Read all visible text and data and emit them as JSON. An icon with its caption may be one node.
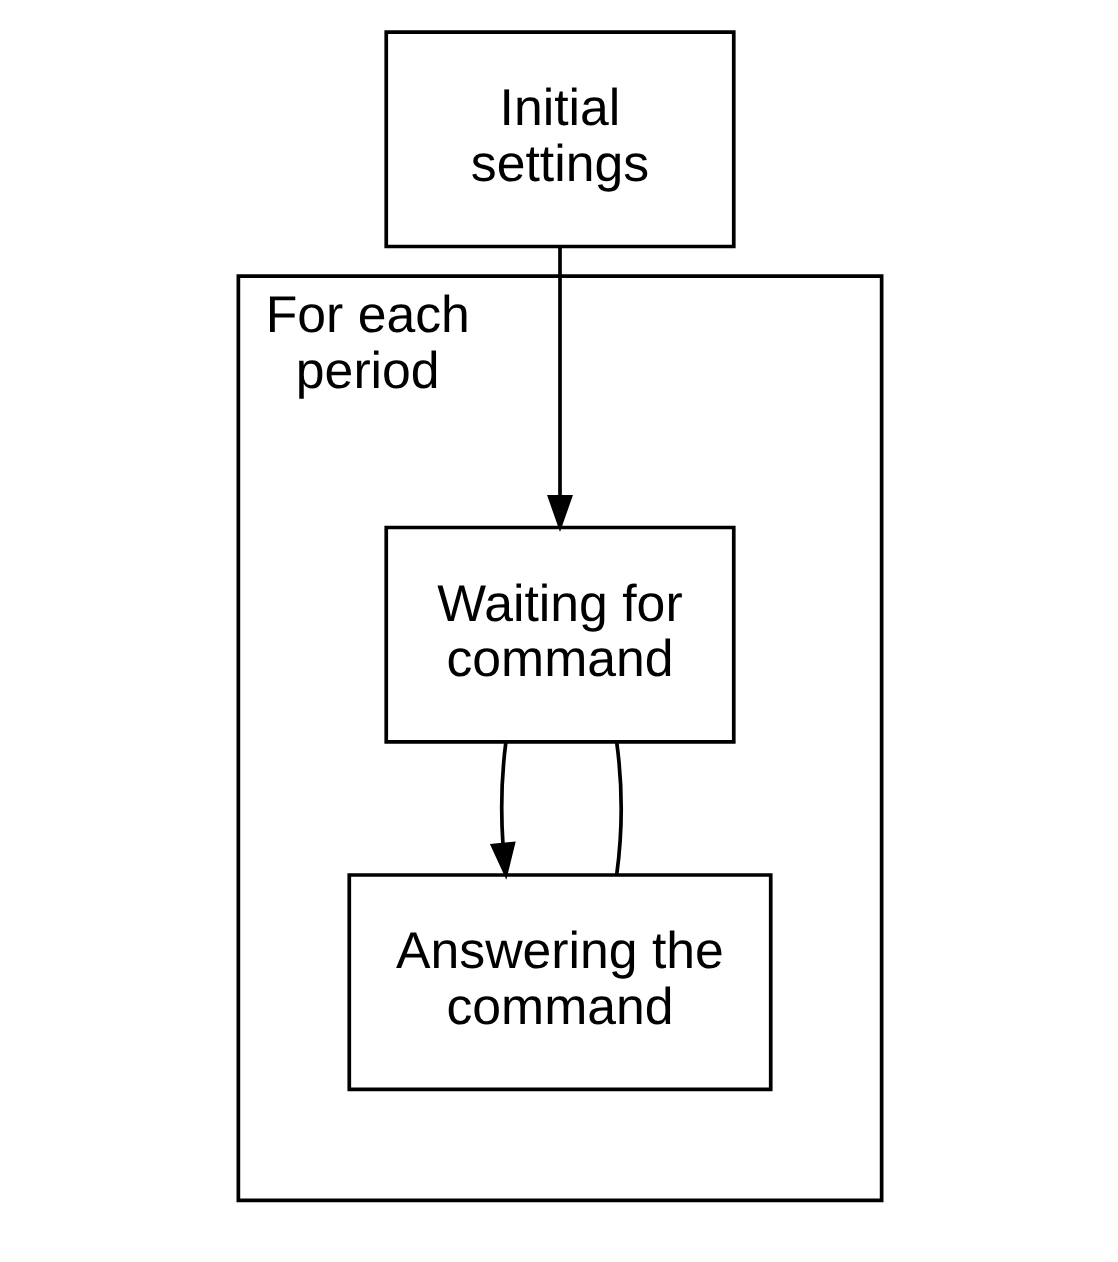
{
  "diagram": {
    "nodes": [
      {
        "text": [
          "For each period"
        ]
      },
      {
        "text": [
          "Initial settings"
        ]
      },
      {
        "text": [
          "Waiting for command"
        ],
        "in": 0
      },
      {
        "text": [
          "Answering the command"
        ],
        "in": 0
      }
    ],
    "edges": [
      {
        "from": 1,
        "to": 2,
        "arrow": "to"
      },
      {
        "from": 2,
        "to": 3,
        "arrow": "to"
      },
      {
        "from": 3,
        "to": 2,
        "arrow": "none"
      }
    ]
  }
}
